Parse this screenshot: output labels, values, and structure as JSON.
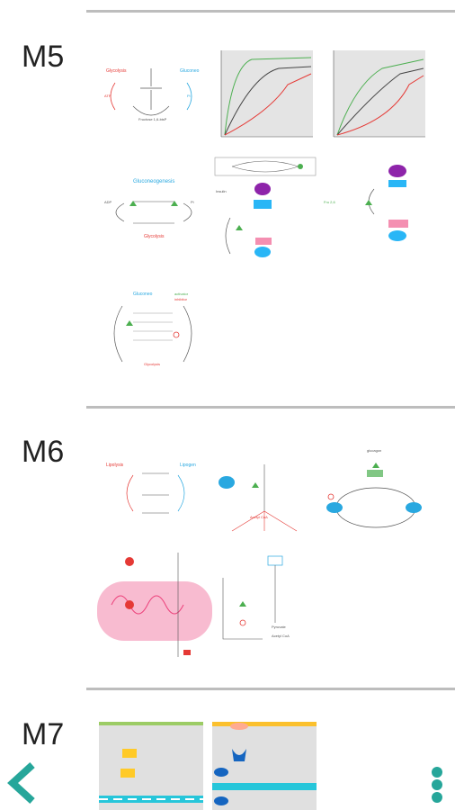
{
  "sections": [
    {
      "label": "M5"
    },
    {
      "label": "M6"
    },
    {
      "label": "M7"
    }
  ],
  "nav": {
    "back_icon": "chevron-left-icon",
    "more_icon": "more-vert-icon",
    "accent_color": "#26a69a"
  }
}
